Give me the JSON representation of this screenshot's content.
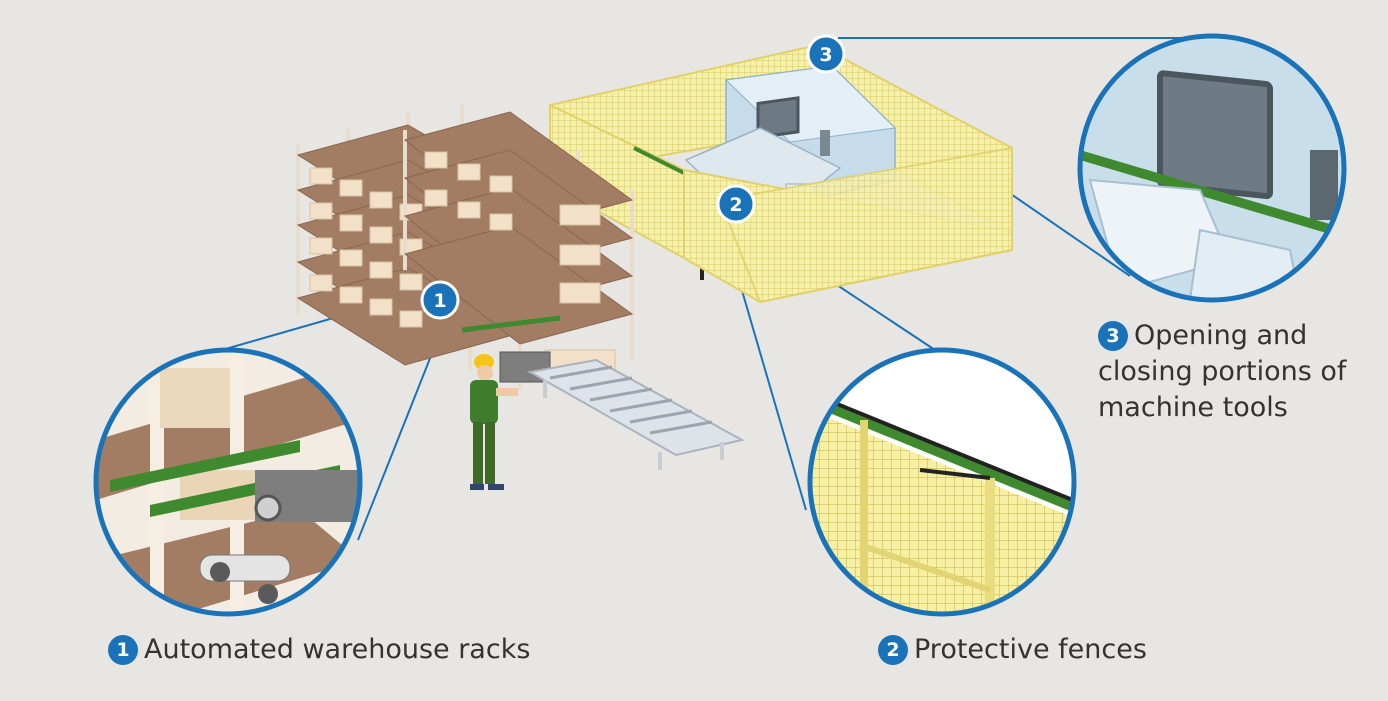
{
  "colors": {
    "background": "#e7e6e3",
    "accent_blue": "#1a73b9",
    "fence_yellow": "#f4ec9a",
    "rail_green": "#3f8a2e",
    "shelf_wood": "#a27d63",
    "box_cream": "#f2e1c8"
  },
  "markers": [
    "1",
    "2",
    "3"
  ],
  "captions": [
    {
      "number": "1",
      "text": "Automated warehouse racks"
    },
    {
      "number": "2",
      "text": "Protective fences"
    },
    {
      "number": "3",
      "text": "Opening and closing portions of machine tools"
    }
  ],
  "icons": [
    "warehouse-rack-icon",
    "protective-fence-icon",
    "machine-tool-icon",
    "worker-icon",
    "roller-conveyor-icon"
  ]
}
